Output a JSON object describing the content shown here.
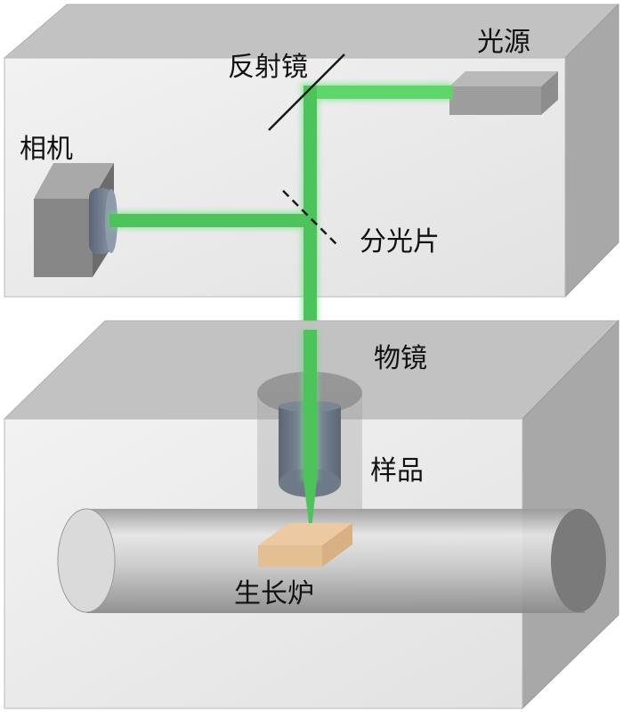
{
  "labels": {
    "light_source": "光源",
    "mirror": "反射镜",
    "camera": "相机",
    "beam_splitter": "分光片",
    "objective": "物镜",
    "sample": "样品",
    "growth_furnace": "生长炉"
  },
  "colors": {
    "beam": "#5fd66a",
    "box_top": "#c4c4c4",
    "box_front": "#ededed",
    "box_side": "#a9a9a9",
    "sample": "#e8c39a",
    "tube": "#cfcfcf",
    "lens_body": "#6f7a88",
    "camera_body": "#7c7c7c"
  }
}
